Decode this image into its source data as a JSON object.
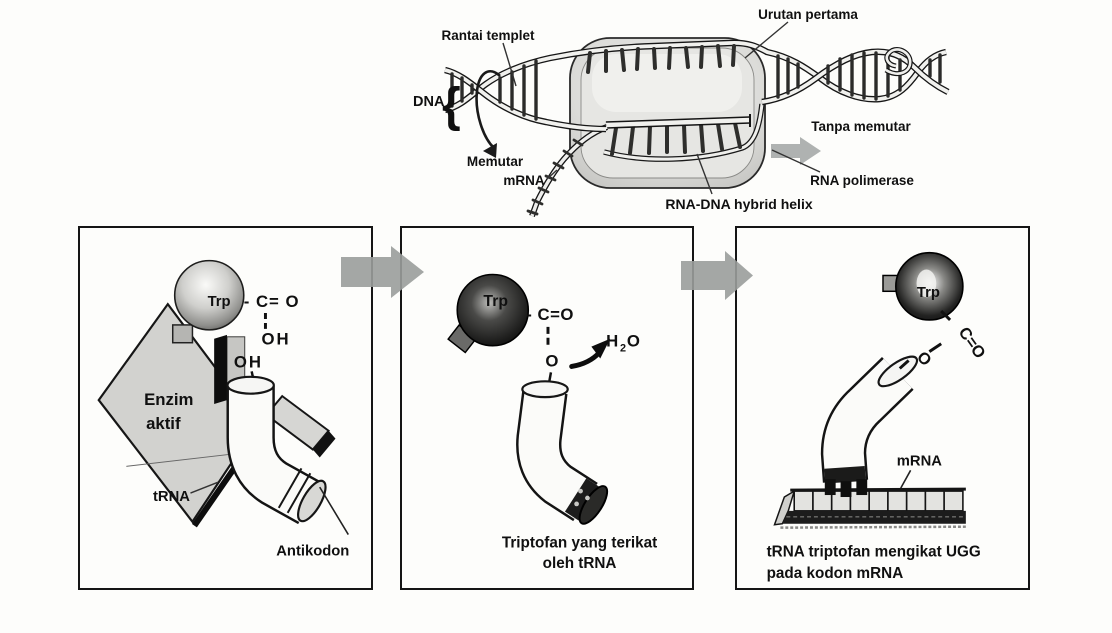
{
  "top": {
    "labels": {
      "rantai_templet": "Rantai templet",
      "urutan_pertama": "Urutan pertama",
      "dna": "DNA",
      "memutar": "Memutar",
      "mrna": "mRNA",
      "tanpa_memutar": "Tanpa memutar",
      "rna_polimerase": "RNA polimerase",
      "rna_dna_hybrid_helix": "RNA-DNA hybrid helix"
    }
  },
  "panel1": {
    "trp": "Trp",
    "c_o": "- C= O",
    "oh1": "OH",
    "oh2": "OH",
    "enzim_line1": "Enzim",
    "enzim_line2": "aktif",
    "trna": "tRNA",
    "antikodon": "Antikodon"
  },
  "panel2": {
    "trp": "Trp",
    "c_o": "- C=O",
    "o": "O",
    "h2o": {
      "h": "H",
      "sub": "2",
      "o": "O"
    },
    "caption_line1": "Triptofan yang terikat",
    "caption_line2": "oleh tRNA"
  },
  "panel3": {
    "trp": "Trp",
    "c_o": "C=O",
    "o": "O",
    "mrna": "mRNA",
    "caption_line1": "tRNA triptofan mengikat UGG",
    "caption_line2": "pada kodon mRNA"
  },
  "colors": {
    "ink": "#101010",
    "arrow_gray": "#9b9e9c",
    "blob_gray": "#cfcfcc",
    "blob_inner": "#e4e4e1",
    "enzyme_gray": "#d2d2cf",
    "dark_sphere": "#1c1c1c"
  }
}
